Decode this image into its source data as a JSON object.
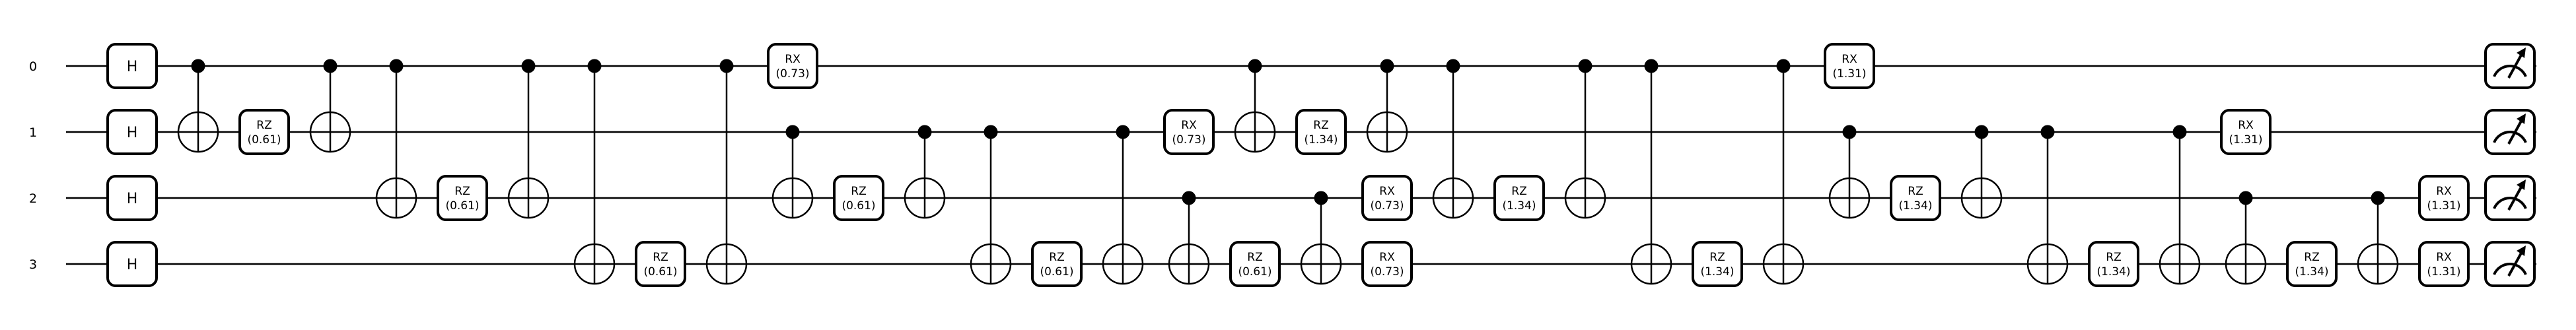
{
  "circuit": {
    "wire_labels": [
      "0",
      "1",
      "2",
      "3"
    ],
    "operations": [
      {
        "type": "gate",
        "label": "H",
        "wire": 0,
        "col": 0
      },
      {
        "type": "gate",
        "label": "H",
        "wire": 1,
        "col": 0
      },
      {
        "type": "gate",
        "label": "H",
        "wire": 2,
        "col": 0
      },
      {
        "type": "gate",
        "label": "H",
        "wire": 3,
        "col": 0
      },
      {
        "type": "cnot",
        "control": 0,
        "target": 1,
        "col": 1
      },
      {
        "type": "gate",
        "label": "RZ",
        "param": "(0.61)",
        "wire": 1,
        "col": 2
      },
      {
        "type": "cnot",
        "control": 0,
        "target": 1,
        "col": 3
      },
      {
        "type": "cnot",
        "control": 0,
        "target": 2,
        "col": 4
      },
      {
        "type": "gate",
        "label": "RZ",
        "param": "(0.61)",
        "wire": 2,
        "col": 5
      },
      {
        "type": "cnot",
        "control": 0,
        "target": 2,
        "col": 6
      },
      {
        "type": "cnot",
        "control": 0,
        "target": 3,
        "col": 7
      },
      {
        "type": "gate",
        "label": "RZ",
        "param": "(0.61)",
        "wire": 3,
        "col": 8
      },
      {
        "type": "cnot",
        "control": 0,
        "target": 3,
        "col": 9
      },
      {
        "type": "gate",
        "label": "RX",
        "param": "(0.73)",
        "wire": 0,
        "col": 10
      },
      {
        "type": "cnot",
        "control": 1,
        "target": 2,
        "col": 10
      },
      {
        "type": "gate",
        "label": "RZ",
        "param": "(0.61)",
        "wire": 2,
        "col": 11
      },
      {
        "type": "cnot",
        "control": 1,
        "target": 2,
        "col": 12
      },
      {
        "type": "cnot",
        "control": 1,
        "target": 3,
        "col": 13
      },
      {
        "type": "gate",
        "label": "RZ",
        "param": "(0.61)",
        "wire": 3,
        "col": 14
      },
      {
        "type": "cnot",
        "control": 1,
        "target": 3,
        "col": 15
      },
      {
        "type": "gate",
        "label": "RX",
        "param": "(0.73)",
        "wire": 1,
        "col": 16
      },
      {
        "type": "cnot",
        "control": 2,
        "target": 3,
        "col": 16
      },
      {
        "type": "gate",
        "label": "RZ",
        "param": "(0.61)",
        "wire": 3,
        "col": 17
      },
      {
        "type": "cnot",
        "control": 2,
        "target": 3,
        "col": 18
      },
      {
        "type": "cnot",
        "control": 0,
        "target": 1,
        "col": 17
      },
      {
        "type": "gate",
        "label": "RZ",
        "param": "(1.34)",
        "wire": 1,
        "col": 18
      },
      {
        "type": "cnot",
        "control": 0,
        "target": 1,
        "col": 19
      },
      {
        "type": "gate",
        "label": "RX",
        "param": "(0.73)",
        "wire": 2,
        "col": 19
      },
      {
        "type": "gate",
        "label": "RX",
        "param": "(0.73)",
        "wire": 3,
        "col": 19
      },
      {
        "type": "cnot",
        "control": 0,
        "target": 2,
        "col": 20
      },
      {
        "type": "gate",
        "label": "RZ",
        "param": "(1.34)",
        "wire": 2,
        "col": 21
      },
      {
        "type": "cnot",
        "control": 0,
        "target": 2,
        "col": 22
      },
      {
        "type": "cnot",
        "control": 0,
        "target": 3,
        "col": 23
      },
      {
        "type": "gate",
        "label": "RZ",
        "param": "(1.34)",
        "wire": 3,
        "col": 24
      },
      {
        "type": "cnot",
        "control": 0,
        "target": 3,
        "col": 25
      },
      {
        "type": "gate",
        "label": "RX",
        "param": "(1.31)",
        "wire": 0,
        "col": 26
      },
      {
        "type": "cnot",
        "control": 1,
        "target": 2,
        "col": 26
      },
      {
        "type": "gate",
        "label": "RZ",
        "param": "(1.34)",
        "wire": 2,
        "col": 27
      },
      {
        "type": "cnot",
        "control": 1,
        "target": 2,
        "col": 28
      },
      {
        "type": "cnot",
        "control": 1,
        "target": 3,
        "col": 29
      },
      {
        "type": "gate",
        "label": "RZ",
        "param": "(1.34)",
        "wire": 3,
        "col": 30
      },
      {
        "type": "cnot",
        "control": 1,
        "target": 3,
        "col": 31
      },
      {
        "type": "gate",
        "label": "RX",
        "param": "(1.31)",
        "wire": 1,
        "col": 32
      },
      {
        "type": "cnot",
        "control": 2,
        "target": 3,
        "col": 32
      },
      {
        "type": "gate",
        "label": "RZ",
        "param": "(1.34)",
        "wire": 3,
        "col": 33
      },
      {
        "type": "cnot",
        "control": 2,
        "target": 3,
        "col": 34
      },
      {
        "type": "gate",
        "label": "RX",
        "param": "(1.31)",
        "wire": 2,
        "col": 35
      },
      {
        "type": "gate",
        "label": "RX",
        "param": "(1.31)",
        "wire": 3,
        "col": 35
      },
      {
        "type": "measure",
        "wire": 0,
        "col": 36
      },
      {
        "type": "measure",
        "wire": 1,
        "col": 36
      },
      {
        "type": "measure",
        "wire": 2,
        "col": 36
      },
      {
        "type": "measure",
        "wire": 3,
        "col": 36
      }
    ]
  }
}
